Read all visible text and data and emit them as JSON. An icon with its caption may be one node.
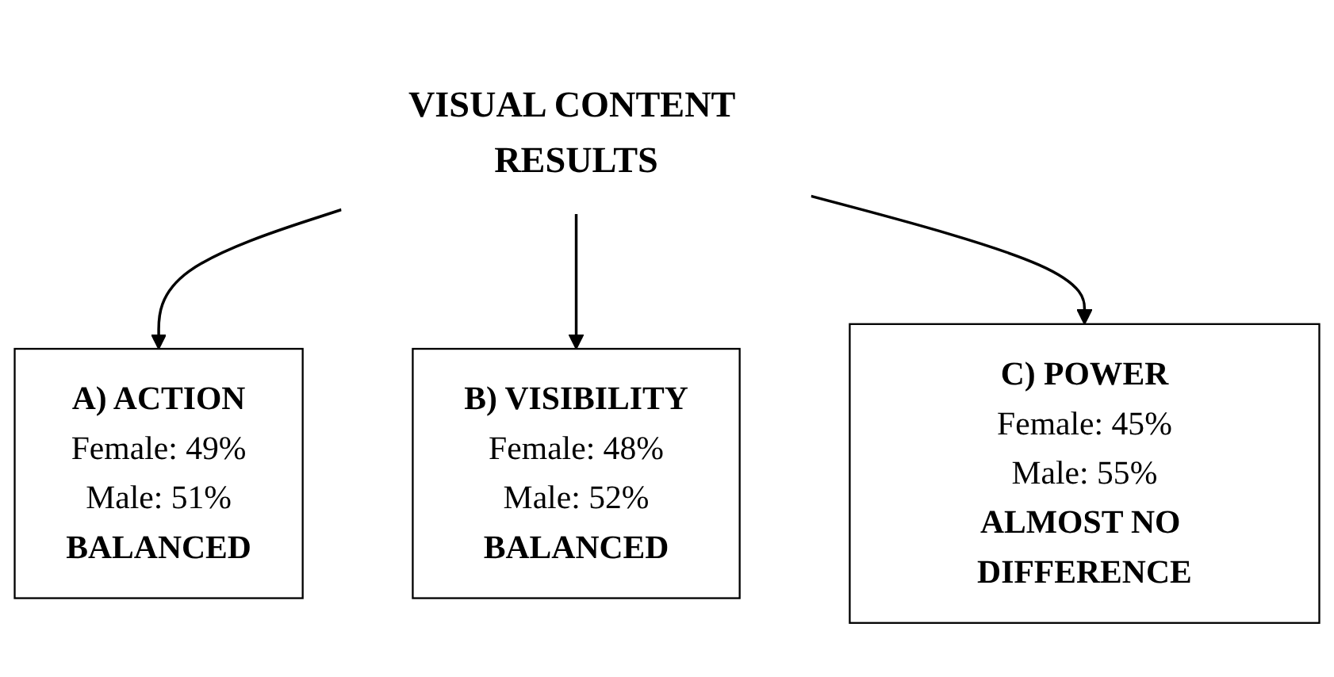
{
  "diagram": {
    "nodes": [
      {
        "text": [
          "VISUAL CONTENT RESULTS"
        ]
      },
      {
        "text": [
          "A) ACTION",
          "Female: 49%",
          "Male: 51%",
          "BALANCED"
        ]
      },
      {
        "text": [
          "B) VISIBILITY",
          "Female: 48%",
          "Male: 52%",
          "BALANCED"
        ]
      },
      {
        "text": [
          "C) POWER",
          "Female: 45%",
          "Male: 55%",
          "ALMOST NO DIFFERENCE"
        ]
      }
    ],
    "edges": [
      {
        "from": 0,
        "to": 1,
        "arrow": "to"
      },
      {
        "from": 0,
        "to": 2,
        "arrow": "to"
      },
      {
        "from": 0,
        "to": 3,
        "arrow": "to"
      }
    ]
  }
}
